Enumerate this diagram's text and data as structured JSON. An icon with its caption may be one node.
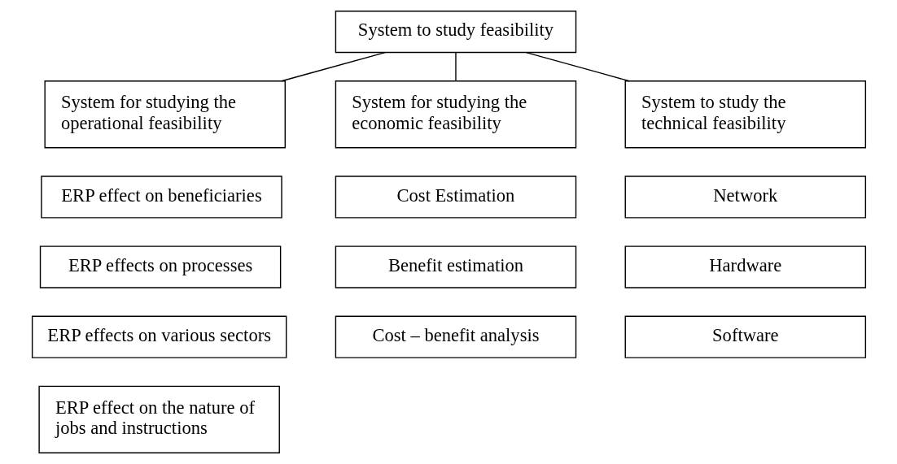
{
  "diagram": {
    "nodes": [
      {
        "text": [
          "System to study feasibility"
        ]
      },
      {
        "text": [
          "System for studying the operational feasibility"
        ]
      },
      {
        "text": [
          "System for studying the economic feasibility"
        ]
      },
      {
        "text": [
          "System to study the technical feasibility"
        ]
      },
      {
        "text": [
          "ERP effect on beneficiaries"
        ]
      },
      {
        "text": [
          "Cost Estimation"
        ]
      },
      {
        "text": [
          "Network"
        ]
      },
      {
        "text": [
          "ERP effects on processes"
        ]
      },
      {
        "text": [
          "Benefit estimation"
        ]
      },
      {
        "text": [
          "Hardware"
        ]
      },
      {
        "text": [
          "ERP effects on various sectors"
        ]
      },
      {
        "text": [
          "Cost – benefit analysis"
        ]
      },
      {
        "text": [
          "Software"
        ]
      },
      {
        "text": [
          "ERP effect on the nature of jobs and instructions"
        ]
      }
    ],
    "edges": [
      {
        "from": 0,
        "to": 1,
        "arrow": "none"
      },
      {
        "from": 0,
        "to": 2,
        "arrow": "none"
      },
      {
        "from": 0,
        "to": 3,
        "arrow": "none"
      }
    ]
  }
}
